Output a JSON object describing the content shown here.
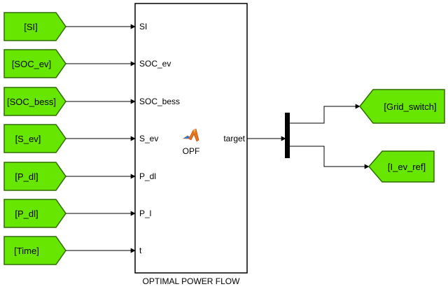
{
  "colors": {
    "goto_fill": "#66e600",
    "goto_stroke": "#2f6d00",
    "line": "#000000",
    "block_fill": "#ffffff",
    "mux_fill": "#000000"
  },
  "from_blocks": [
    {
      "label": "[SI]"
    },
    {
      "label": "[SOC_ev]"
    },
    {
      "label": "[SOC_bess]"
    },
    {
      "label": "[S_ev]"
    },
    {
      "label": "[P_dl]"
    },
    {
      "label": "[P_dl]"
    },
    {
      "label": "[Time]"
    }
  ],
  "opf_block": {
    "inputs": [
      "SI",
      "SOC_ev",
      "SOC_bess",
      "S_ev",
      "P_dl",
      "P_l",
      "t"
    ],
    "output": "target",
    "icon_name": "matlab-function-icon",
    "function_name": "OPF",
    "caption": "OPTIMAL POWER FLOW"
  },
  "goto_blocks": [
    {
      "label": "[Grid_switch]"
    },
    {
      "label": "[I_ev_ref]"
    }
  ]
}
